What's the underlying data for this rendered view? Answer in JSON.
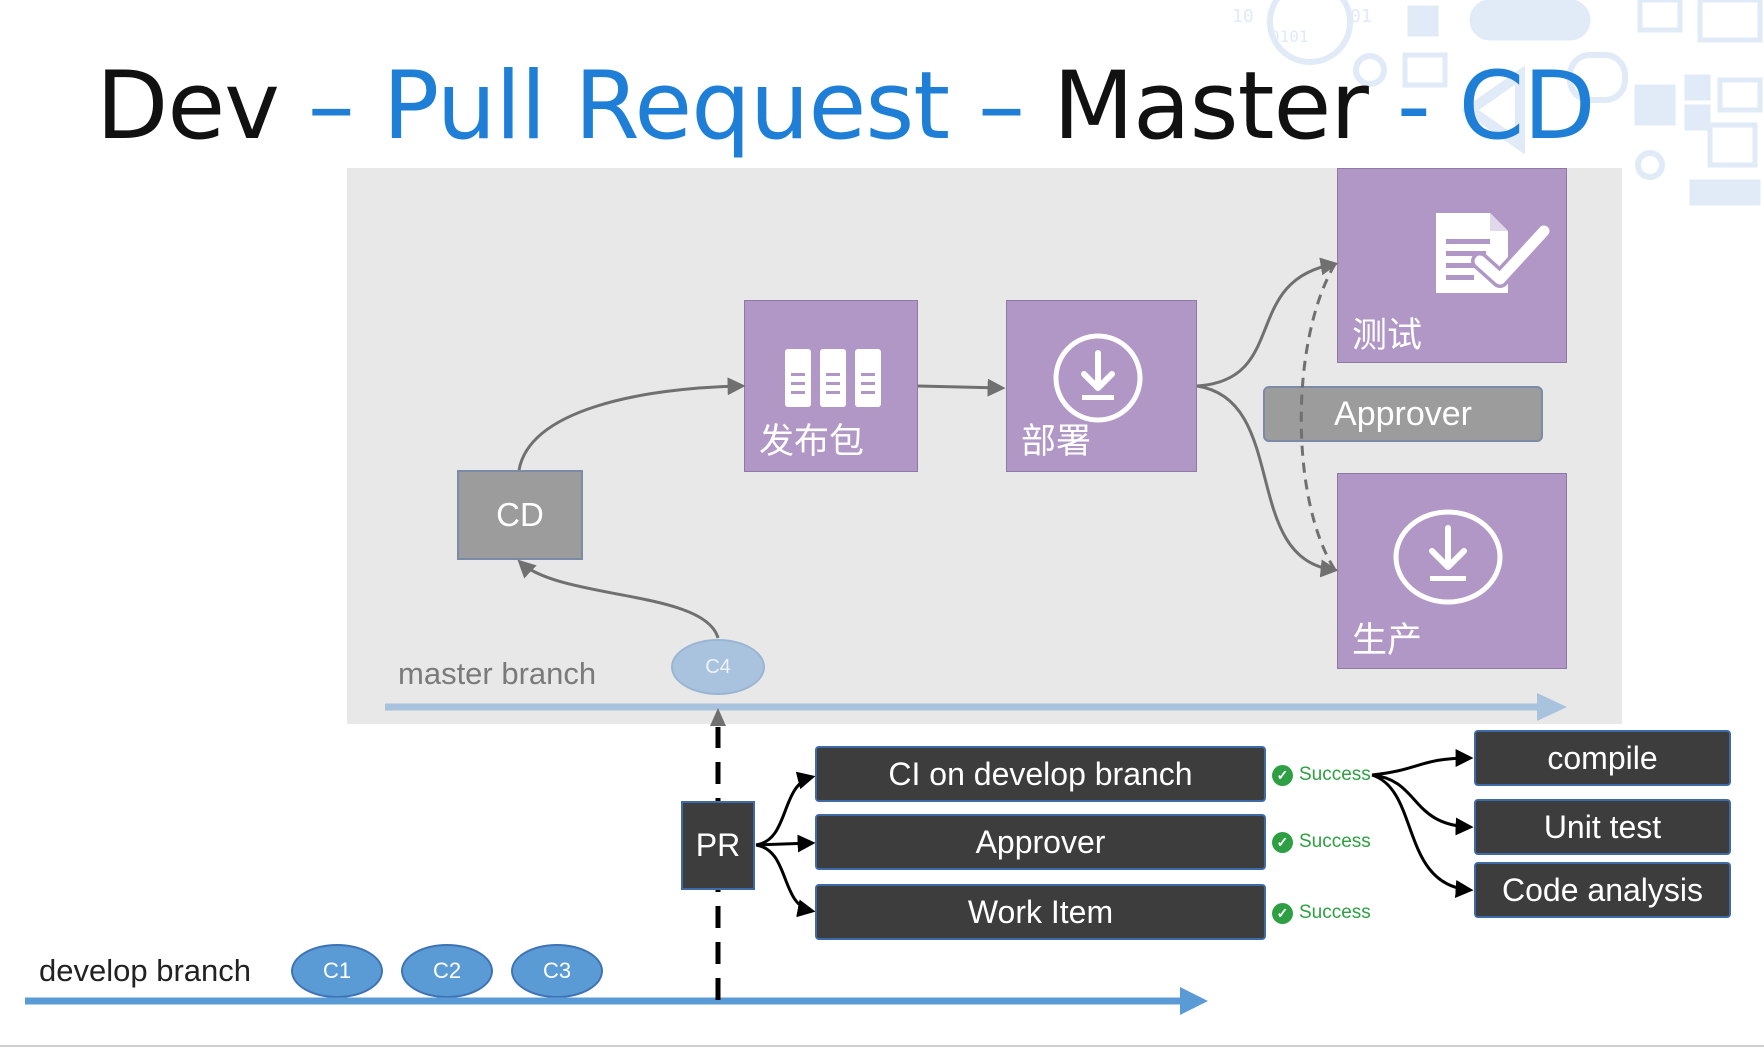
{
  "title": {
    "part1": "Dev",
    "sep1": " – ",
    "part2": "Pull Request",
    "sep2": " – ",
    "part3": "Master",
    "sep3": " - ",
    "part4": "CD"
  },
  "pipeline": {
    "cd_label": "CD",
    "package_label": "发布包",
    "deploy_label": "部署",
    "test_label": "测试",
    "prod_label": "生产",
    "approver_label": "Approver"
  },
  "master": {
    "label": "master branch",
    "commit": "C4"
  },
  "develop": {
    "label": "develop branch",
    "commits": [
      "C1",
      "C2",
      "C3"
    ]
  },
  "pr": {
    "label": "PR",
    "checks": [
      {
        "label": "CI on develop branch",
        "status": "Success"
      },
      {
        "label": "Approver",
        "status": "Success"
      },
      {
        "label": "Work Item",
        "status": "Success"
      }
    ]
  },
  "ci_steps": [
    "compile",
    "Unit test",
    "Code analysis"
  ],
  "colors": {
    "accent_blue": "#1f7fd6",
    "tile_purple": "#b197c6",
    "success_green": "#2ea043",
    "dark_box": "#3d3d3d"
  },
  "icons": [
    "server-icon",
    "download-icon",
    "document-check-icon",
    "check-circle-icon"
  ]
}
